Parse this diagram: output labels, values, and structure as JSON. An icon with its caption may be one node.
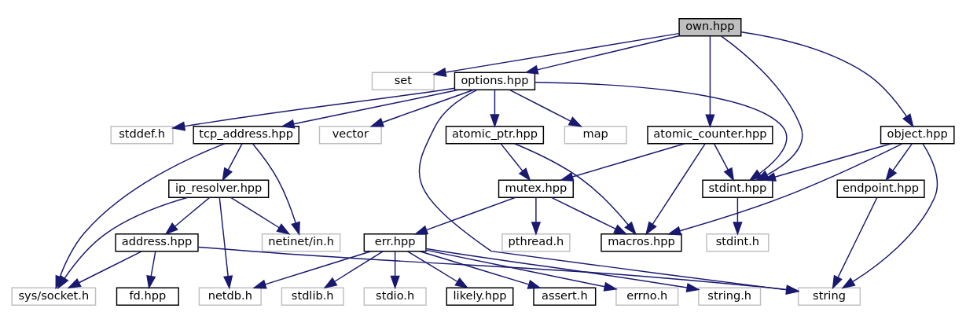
{
  "diagram": {
    "nodes": [
      {
        "text": [
          "own.hpp"
        ]
      },
      {
        "text": [
          "set"
        ]
      },
      {
        "text": [
          "options.hpp"
        ]
      },
      {
        "text": [
          "atomic_counter.hpp"
        ]
      },
      {
        "text": [
          "stdint.hpp"
        ]
      },
      {
        "text": [
          "object.hpp"
        ]
      },
      {
        "text": [
          "tcp_address.hpp"
        ]
      },
      {
        "text": [
          "map"
        ]
      },
      {
        "text": [
          "stddef.h"
        ]
      },
      {
        "text": [
          "atomic_ptr.hpp"
        ]
      },
      {
        "text": [
          "vector"
        ]
      },
      {
        "text": [
          "string"
        ]
      },
      {
        "text": [
          "mutex.hpp"
        ]
      },
      {
        "text": [
          "macros.hpp"
        ]
      },
      {
        "text": [
          "ip_resolver.hpp"
        ]
      },
      {
        "text": [
          "netinet/in.h"
        ]
      },
      {
        "text": [
          "sys/socket.h"
        ]
      },
      {
        "text": [
          "address.hpp"
        ]
      },
      {
        "text": [
          "netdb.h"
        ]
      },
      {
        "text": [
          "fd.hpp"
        ]
      },
      {
        "text": [
          "err.hpp"
        ]
      },
      {
        "text": [
          "pthread.h"
        ]
      },
      {
        "text": [
          "stdint.h"
        ]
      },
      {
        "text": [
          "endpoint.hpp"
        ]
      },
      {
        "text": [
          "string.h"
        ]
      },
      {
        "text": [
          "stdlib.h"
        ]
      },
      {
        "text": [
          "stdio.h"
        ]
      },
      {
        "text": [
          "likely.hpp"
        ]
      },
      {
        "text": [
          "assert.h"
        ]
      },
      {
        "text": [
          "errno.h"
        ]
      }
    ],
    "edges": [
      {
        "from": 0,
        "to": 1,
        "arrow": "to"
      },
      {
        "from": 0,
        "to": 2,
        "arrow": "to"
      },
      {
        "from": 0,
        "to": 3,
        "arrow": "to"
      },
      {
        "from": 0,
        "to": 4,
        "arrow": "to"
      },
      {
        "from": 0,
        "to": 5,
        "arrow": "to"
      },
      {
        "from": 2,
        "to": 6,
        "arrow": "to"
      },
      {
        "from": 2,
        "to": 7,
        "arrow": "to"
      },
      {
        "from": 2,
        "to": 8,
        "arrow": "to"
      },
      {
        "from": 2,
        "to": 9,
        "arrow": "to"
      },
      {
        "from": 2,
        "to": 10,
        "arrow": "to"
      },
      {
        "from": 2,
        "to": 11,
        "arrow": "to"
      },
      {
        "from": 2,
        "to": 4,
        "arrow": "to"
      },
      {
        "from": 3,
        "to": 12,
        "arrow": "to"
      },
      {
        "from": 3,
        "to": 13,
        "arrow": "to"
      },
      {
        "from": 3,
        "to": 4,
        "arrow": "to"
      },
      {
        "from": 5,
        "to": 4,
        "arrow": "to"
      },
      {
        "from": 5,
        "to": 13,
        "arrow": "to"
      },
      {
        "from": 5,
        "to": 23,
        "arrow": "to"
      },
      {
        "from": 5,
        "to": 11,
        "arrow": "to"
      },
      {
        "from": 9,
        "to": 12,
        "arrow": "to"
      },
      {
        "from": 9,
        "to": 13,
        "arrow": "to"
      },
      {
        "from": 6,
        "to": 14,
        "arrow": "to"
      },
      {
        "from": 6,
        "to": 15,
        "arrow": "to"
      },
      {
        "from": 6,
        "to": 16,
        "arrow": "to"
      },
      {
        "from": 14,
        "to": 15,
        "arrow": "to"
      },
      {
        "from": 14,
        "to": 16,
        "arrow": "to"
      },
      {
        "from": 14,
        "to": 17,
        "arrow": "to"
      },
      {
        "from": 14,
        "to": 18,
        "arrow": "to"
      },
      {
        "from": 17,
        "to": 16,
        "arrow": "to"
      },
      {
        "from": 17,
        "to": 19,
        "arrow": "to"
      },
      {
        "from": 17,
        "to": 11,
        "arrow": "to"
      },
      {
        "from": 12,
        "to": 20,
        "arrow": "to"
      },
      {
        "from": 12,
        "to": 21,
        "arrow": "to"
      },
      {
        "from": 12,
        "to": 13,
        "arrow": "to"
      },
      {
        "from": 4,
        "to": 22,
        "arrow": "to"
      },
      {
        "from": 23,
        "to": 11,
        "arrow": "to"
      },
      {
        "from": 20,
        "to": 18,
        "arrow": "to"
      },
      {
        "from": 20,
        "to": 24,
        "arrow": "to"
      },
      {
        "from": 20,
        "to": 25,
        "arrow": "to"
      },
      {
        "from": 20,
        "to": 26,
        "arrow": "to"
      },
      {
        "from": 20,
        "to": 27,
        "arrow": "to"
      },
      {
        "from": 20,
        "to": 28,
        "arrow": "to"
      },
      {
        "from": 20,
        "to": 29,
        "arrow": "to"
      }
    ]
  }
}
